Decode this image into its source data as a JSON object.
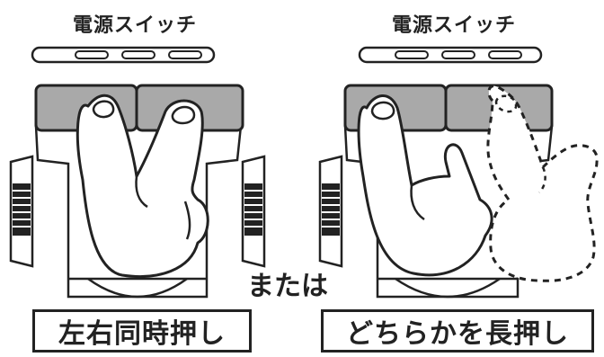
{
  "left_panel": {
    "power_switch_label": "電源スイッチ",
    "action_label": "左右同時押し"
  },
  "right_panel": {
    "power_switch_label": "電源スイッチ",
    "action_label": "どちらかを長押し"
  },
  "connector_label": "または",
  "colors": {
    "ink": "#222222",
    "button_fill": "#a9a9a9",
    "hand_fill": "#ffffff",
    "background": "#ffffff"
  }
}
